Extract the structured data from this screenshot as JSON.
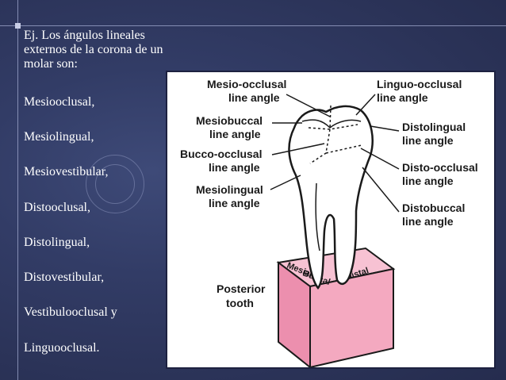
{
  "slide": {
    "intro": "Ej. Los ángulos lineales externos de la corona de un molar son:",
    "items": [
      "Mesiooclusal,",
      "Mesiolingual,",
      "Mesiovestibular,",
      "Distooclusal,",
      "Distolingual,",
      "Distovestibular,",
      "Vestibulooclusal y",
      "Linguooclusal."
    ]
  },
  "figure": {
    "labels_left": [
      [
        "Mesio-occlusal",
        "line angle"
      ],
      [
        "Mesiobuccal",
        "line angle"
      ],
      [
        "Bucco-occlusal",
        "line angle"
      ],
      [
        "Mesiolingual",
        "line angle"
      ]
    ],
    "labels_right": [
      [
        "Linguo-occlusal",
        "line angle"
      ],
      [
        "Distolingual",
        "line angle"
      ],
      [
        "Disto-occlusal",
        "line angle"
      ],
      [
        "Distobuccal",
        "line angle"
      ]
    ],
    "box_faces": {
      "mesial": "Mesial",
      "buccal": "Buccal",
      "distal": "Distal"
    },
    "caption": [
      "Posterior",
      "tooth"
    ],
    "colors": {
      "box_front": "#f4a9c0",
      "box_side": "#ec8fae",
      "box_top": "#f7c2d3"
    }
  }
}
